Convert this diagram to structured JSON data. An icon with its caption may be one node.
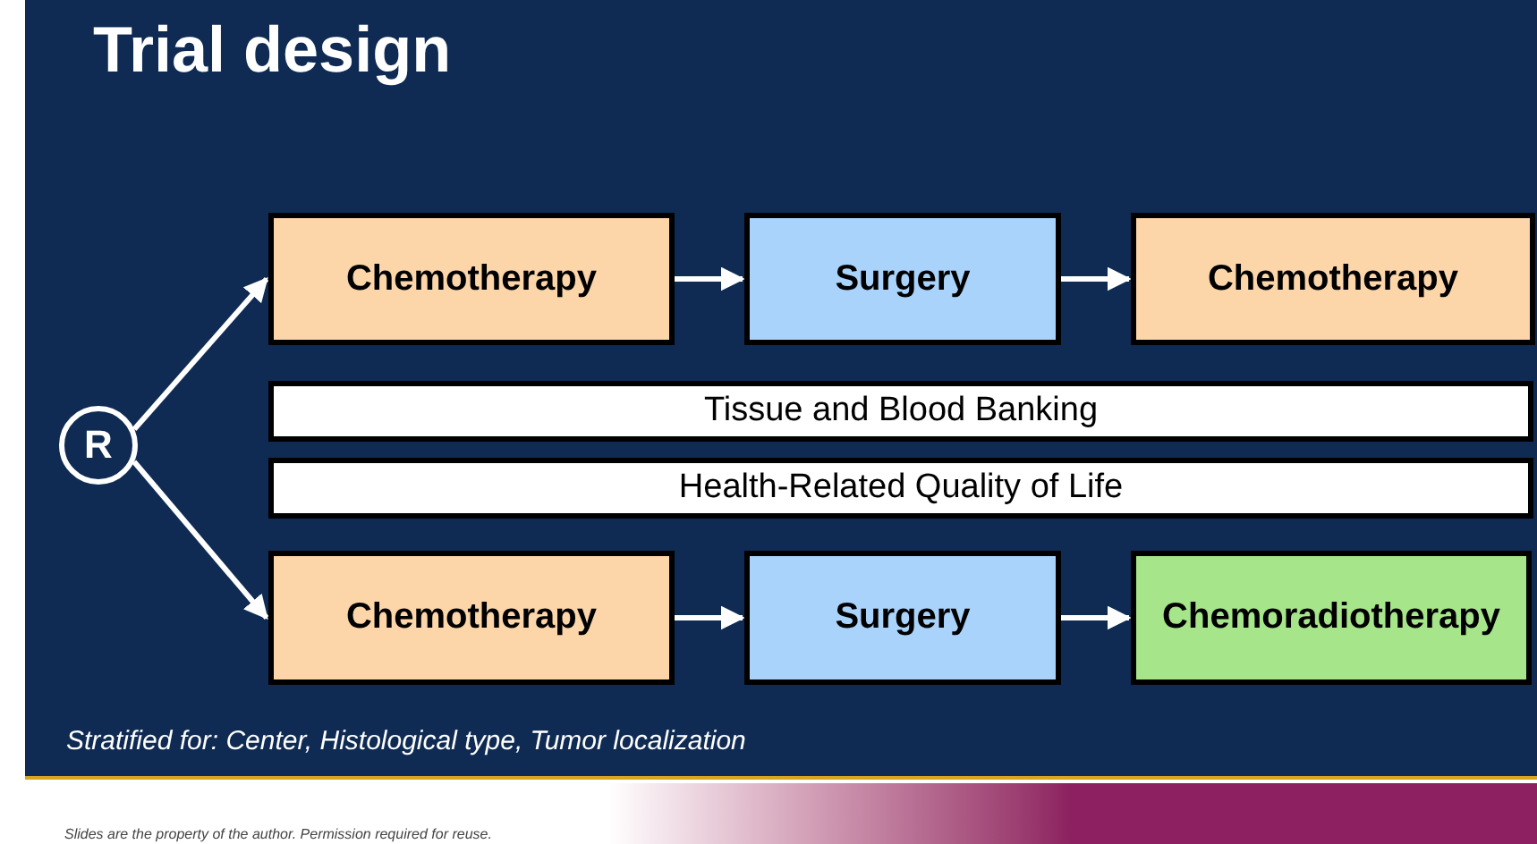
{
  "diagram": {
    "title": "Trial design",
    "nodes": [
      {
        "text": [
          "R"
        ]
      },
      {
        "text": [
          "Chemotherapy"
        ]
      },
      {
        "text": [
          "Surgery"
        ]
      },
      {
        "text": [
          "Chemotherapy"
        ]
      },
      {
        "text": [
          "Tissue and Blood Banking"
        ]
      },
      {
        "text": [
          "Health-Related Quality of Life"
        ]
      },
      {
        "text": [
          "Chemotherapy"
        ]
      },
      {
        "text": [
          "Surgery"
        ]
      },
      {
        "text": [
          "Chemoradiotherapy"
        ]
      }
    ],
    "edges": [
      {
        "from": 0,
        "to": 1,
        "arrow": "to"
      },
      {
        "from": 0,
        "to": 6,
        "arrow": "to"
      },
      {
        "from": 1,
        "to": 2,
        "arrow": "to"
      },
      {
        "from": 2,
        "to": 3,
        "arrow": "to"
      },
      {
        "from": 6,
        "to": 7,
        "arrow": "to"
      },
      {
        "from": 7,
        "to": 8,
        "arrow": "to"
      }
    ],
    "labels": [
      "Stratified for: Center, Histological type, Tumor localization",
      "Slides are the property of the author. Permission required for reuse."
    ]
  }
}
